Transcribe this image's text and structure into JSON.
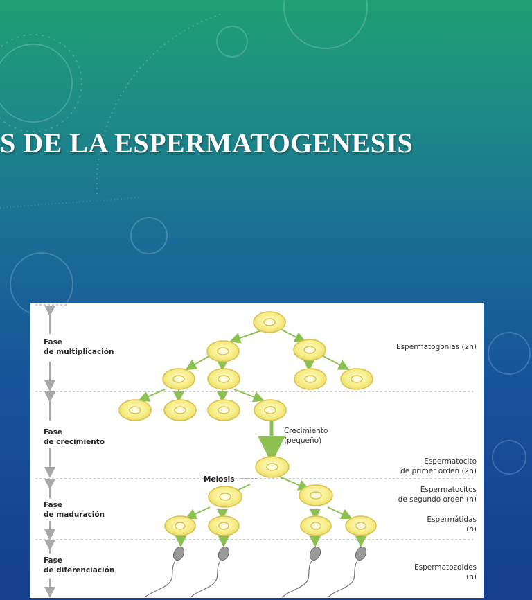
{
  "slide": {
    "title": "S DE LA ESPERMATOGENESIS"
  },
  "diagram": {
    "phases": [
      {
        "line1": "Fase",
        "line2": "de multiplicación"
      },
      {
        "line1": "Fase",
        "line2": "de crecimiento"
      },
      {
        "line1": "Fase",
        "line2": "de maduración"
      },
      {
        "line1": "Fase",
        "line2": "de diferenciación"
      }
    ],
    "stages": [
      {
        "line1": "Espermatogonias (2n)",
        "line2": ""
      },
      {
        "line1": "Espermatocito",
        "line2": "de primer orden (2n)"
      },
      {
        "line1": "Espermatocitos",
        "line2": "de segundo orden (n)"
      },
      {
        "line1": "Espermátidas",
        "line2": "(n)"
      },
      {
        "line1": "Espermatozoides",
        "line2": "(n)"
      }
    ],
    "growth_label": {
      "line1": "Crecimiento",
      "line2": "(pequeño)"
    },
    "meiosis_label": "Meiosis",
    "colors": {
      "cell_fill": "#f7ee8a",
      "cell_stroke": "#d9c24e",
      "arrow": "#8cc152",
      "phase_arrow": "#a9a9a9",
      "sperm_head": "#9a9a9a"
    }
  }
}
